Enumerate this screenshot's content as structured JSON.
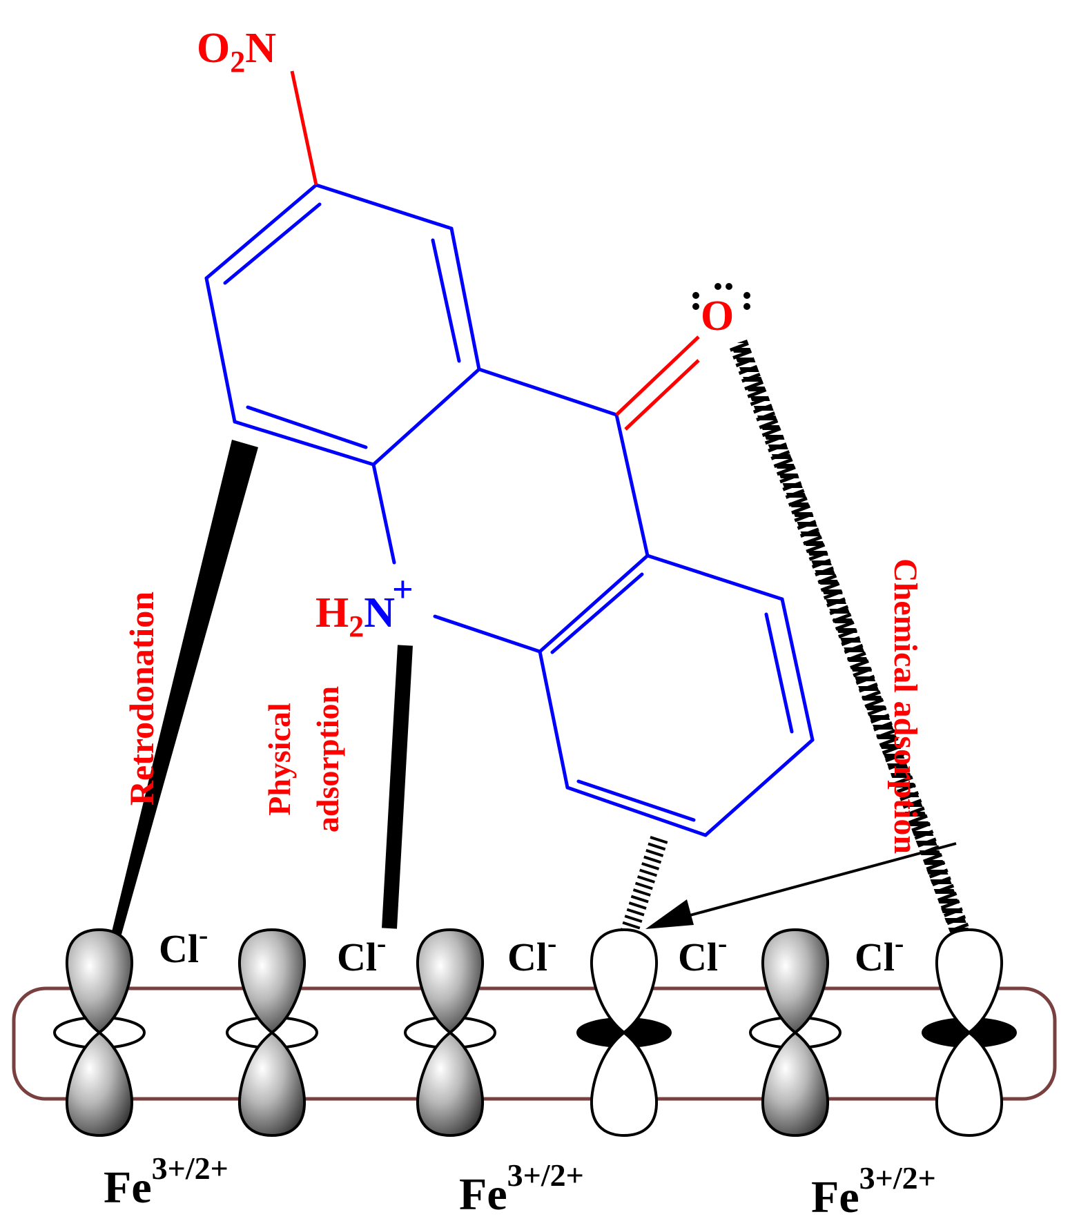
{
  "labels": {
    "nitro": {
      "o": "O",
      "sub": "2",
      "n": "N"
    },
    "carbonyl_oxygen": "O",
    "ammonium": {
      "h": "H",
      "sub": "2",
      "n": "N",
      "charge": "+"
    },
    "retrodonation": "Retrodonation",
    "physical_line1": "Physical",
    "physical_line2": "adsorption",
    "chemical": "Chemical adsorption",
    "chloride": {
      "symbol": "Cl",
      "charge": "-"
    },
    "iron": {
      "symbol": "Fe",
      "charge": "3+/2+"
    }
  },
  "colors": {
    "ring_bonds": "#0000ff",
    "heteroatom": "#ff0000",
    "interaction_lines": "#000000",
    "surface_border": "#7a4040",
    "filled_orbital": "#a8a8a8",
    "empty_orbital": "#ffffff"
  }
}
